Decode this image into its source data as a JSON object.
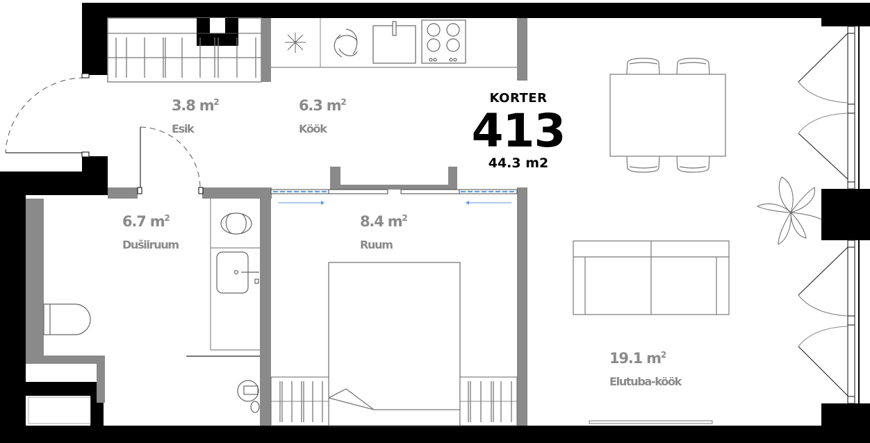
{
  "apartment": {
    "kind_label": "KORTER",
    "number": "413",
    "total_area": "44.3 m2"
  },
  "rooms": [
    {
      "id": "esik",
      "area_value": "3.8 m",
      "area_unit_sup": "2",
      "name": "Esik"
    },
    {
      "id": "kook",
      "area_value": "6.3 m",
      "area_unit_sup": "2",
      "name": "Köök"
    },
    {
      "id": "dusiruum",
      "area_value": "6.7 m",
      "area_unit_sup": "2",
      "name": "Dušiiruum"
    },
    {
      "id": "ruum",
      "area_value": "8.4 m",
      "area_unit_sup": "2",
      "name": "Ruum"
    },
    {
      "id": "elutuba-kook",
      "area_value": "19.1 m",
      "area_unit_sup": "2",
      "name": "Elutuba-köök"
    }
  ],
  "colors": {
    "exterior_wall": "#000000",
    "interior_wall": "#8a8a8a",
    "furniture_line": "#6e6e6e",
    "sliding_door_accent": "#5b9be6",
    "label_gray": "#8a8a8a",
    "background": "#ffffff"
  },
  "symbols": [
    "fridge-icon",
    "dishwasher-icon",
    "sink-icon",
    "cooktop-icon",
    "shower-icon",
    "washbasin-icon",
    "toilet-icon",
    "washing-machine-icon",
    "dining-table-icon",
    "chair-icon",
    "sofa-icon",
    "bed-icon",
    "wardrobe-icon",
    "plant-icon",
    "window-door-icon",
    "sliding-door-icon",
    "swing-door-icon"
  ]
}
